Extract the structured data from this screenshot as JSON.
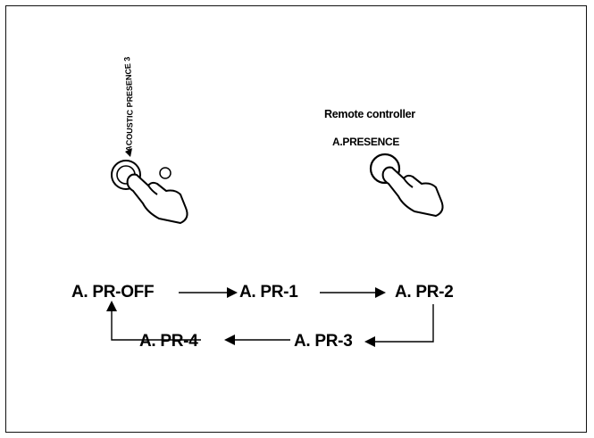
{
  "front_panel": {
    "curved_label": "ACOUSTIC PRESENCE 3"
  },
  "remote": {
    "title": "Remote controller",
    "button_label": "A.PRESENCE"
  },
  "cycle": {
    "states": [
      "A. PR-OFF",
      "A. PR-1",
      "A. PR-2",
      "A. PR-3",
      "A. PR-4"
    ]
  },
  "colors": {
    "ink": "#000000",
    "background": "#ffffff"
  }
}
